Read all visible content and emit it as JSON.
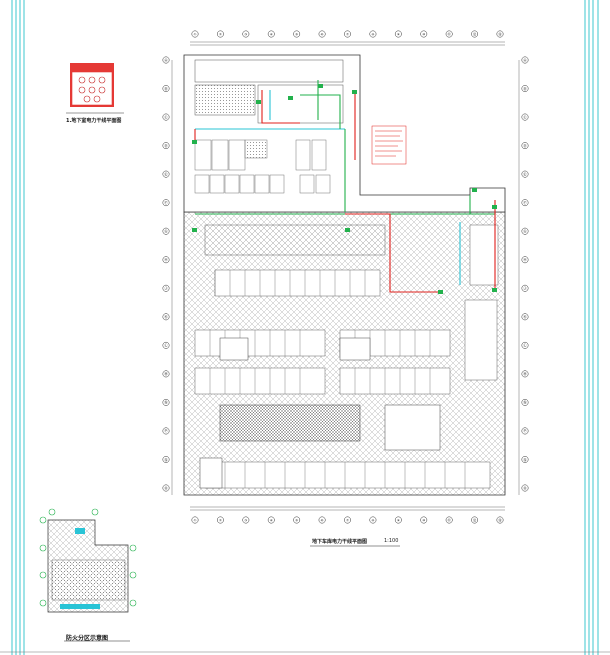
{
  "drawing": {
    "main_plan_title": "地下车库电力干线平面图",
    "main_plan_scale": "1:100",
    "key_plan_title": "防火分区示意图",
    "legend_caption": "1.地下室电力干线平面图",
    "column_labels_top": [
      "①",
      "②",
      "③",
      "④",
      "⑤",
      "⑥",
      "⑦",
      "⑧",
      "⑨",
      "⑩",
      "⑪",
      "⑫",
      "⑬"
    ],
    "row_labels_right": [
      "Ⓐ",
      "Ⓑ",
      "Ⓒ",
      "Ⓓ",
      "Ⓔ",
      "Ⓕ",
      "Ⓖ",
      "Ⓗ",
      "Ⓙ",
      "Ⓚ",
      "Ⓛ",
      "Ⓜ",
      "Ⓝ",
      "Ⓟ",
      "Ⓠ",
      "Ⓡ"
    ],
    "colors": {
      "border": "#3cc7cf",
      "feeder_red": "#e0201c",
      "feeder_green": "#22b14c",
      "feeder_cyan": "#29c4d6",
      "linework": "#555555",
      "hatch": "#8a8a8a"
    }
  }
}
